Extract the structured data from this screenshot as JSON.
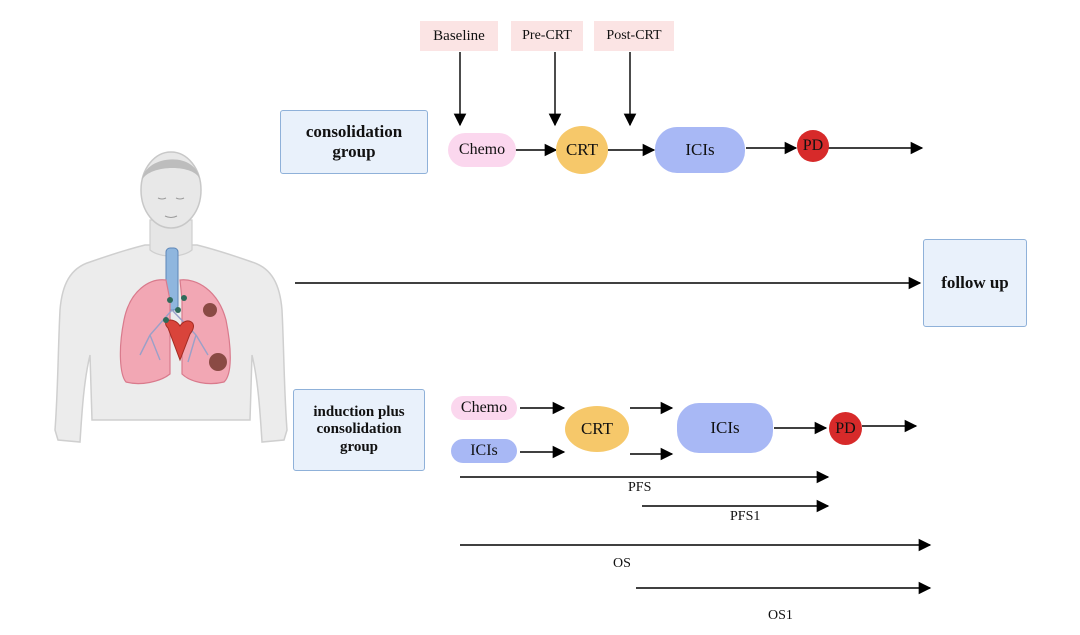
{
  "timepoints": {
    "baseline": "Baseline",
    "pre_crt": "Pre-CRT",
    "post_crt": "Post-CRT"
  },
  "consolidation": {
    "group_label": "consolidation group",
    "chemo": "Chemo",
    "crt": "CRT",
    "icis": "ICIs",
    "pd": "PD"
  },
  "follow_up": "follow up",
  "induction": {
    "group_label": "induction plus consolidation group",
    "chemo": "Chemo",
    "icis_small": "ICIs",
    "crt": "CRT",
    "icis": "ICIs",
    "pd": "PD"
  },
  "endpoints": {
    "pfs": "PFS",
    "pfs1": "PFS1",
    "os": "OS",
    "os1": "OS1"
  },
  "colors": {
    "chemo": "#fbd7ee",
    "crt": "#f6c86a",
    "icis": "#a8b8f5",
    "pd": "#d72a2a",
    "group_box": "#e9f1fb",
    "timepoint": "#fbe4e4"
  }
}
